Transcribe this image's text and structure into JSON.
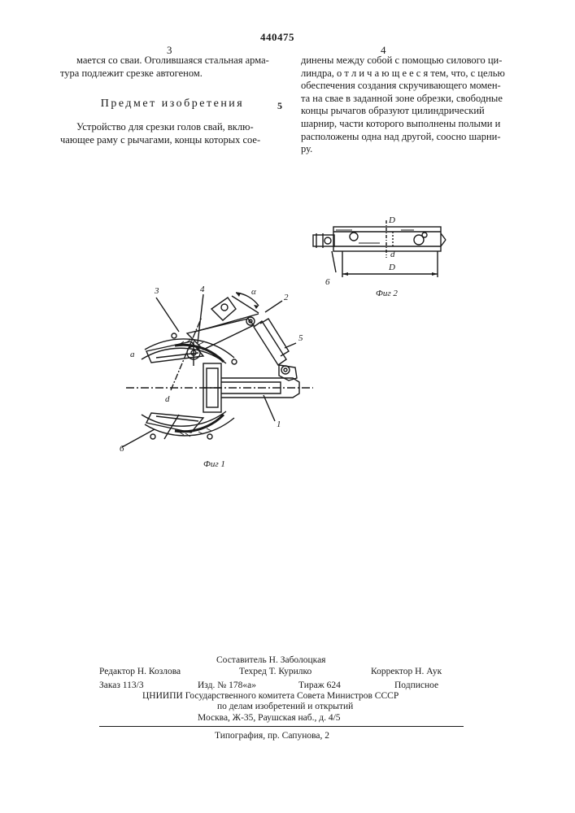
{
  "header": {
    "patent_number": "440475",
    "col_left_number": "3",
    "col_right_number": "4",
    "line_marker": "5"
  },
  "left_column": {
    "para1": [
      "мается со сваи. Оголившаяся стальная арма-",
      "тура подлежит срезке автогеном."
    ],
    "heading": "Предмет изобретения",
    "para2": [
      "Устройство для срезки голов свай, вклю-",
      "чающее раму с рычагами, концы которых сое-"
    ]
  },
  "right_column": {
    "lines": [
      "динены между собой с помощью силового ци-",
      "линдра, о т л и ч а ю щ е е с я тем, что, с целью",
      "обеспечения создания скручивающего момен-",
      "та на сваe в заданной зоне обрезки, свободные",
      "концы рычагов образуют цилиндрический",
      "шарнир, части которого выполнены полыми и",
      "расположены одна над другой, соосно шарни-",
      "ру."
    ]
  },
  "figure1": {
    "caption": "Фиг 1",
    "labels": {
      "n1": "1",
      "n2": "2",
      "n3": "3",
      "n4": "4",
      "n5": "5",
      "n6": "6",
      "alpha": "α",
      "a": "а",
      "d": "d"
    }
  },
  "figure2": {
    "caption": "Фиг 2",
    "labels": {
      "n6": "6",
      "D": "D",
      "d": "d"
    }
  },
  "imprint": {
    "compiler": "Составитель Н. Заболоцкая",
    "editor": "Редактор Н. Козлова",
    "techred": "Техред Т. Курилко",
    "corrector": "Корректор Н. Аук",
    "order": "Заказ 113/3",
    "publ": "Изд. № 178«а»",
    "tirazh": "Тираж 624",
    "podpisnoe": "Подписное",
    "institute": "ЦНИИПИ Государственного комитета Совета Министров СССР",
    "affairs": "по делам изобретений и открытий",
    "address": "Москва, Ж-35, Раушская наб., д. 4/5",
    "typography": "Типография, пр. Сапунова, 2"
  }
}
